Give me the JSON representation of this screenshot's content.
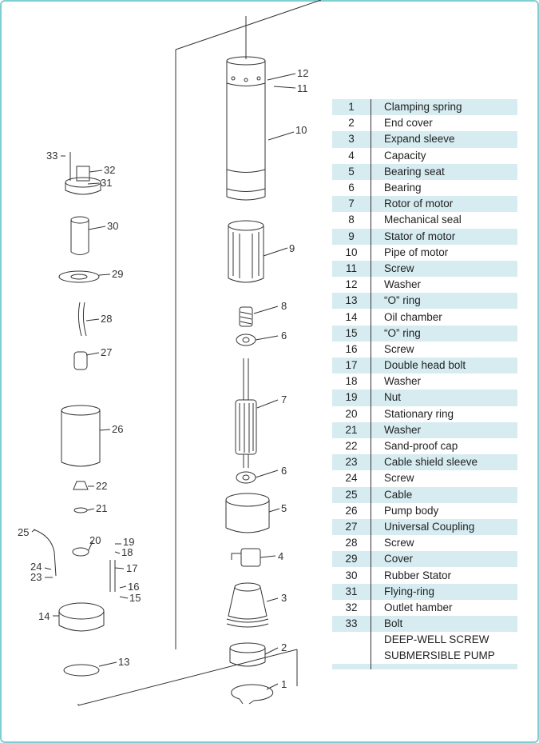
{
  "parts": [
    {
      "no": "1",
      "name": "Clamping spring"
    },
    {
      "no": "2",
      "name": "End cover"
    },
    {
      "no": "3",
      "name": "Expand sleeve"
    },
    {
      "no": "4",
      "name": "Capacity"
    },
    {
      "no": "5",
      "name": "Bearing seat"
    },
    {
      "no": "6",
      "name": "Bearing"
    },
    {
      "no": "7",
      "name": "Rotor of motor"
    },
    {
      "no": "8",
      "name": "Mechanical seal"
    },
    {
      "no": "9",
      "name": "Stator of motor"
    },
    {
      "no": "10",
      "name": "Pipe of motor"
    },
    {
      "no": "11",
      "name": "Screw"
    },
    {
      "no": "12",
      "name": "Washer"
    },
    {
      "no": "13",
      "name": "“O” ring"
    },
    {
      "no": "14",
      "name": "Oil chamber"
    },
    {
      "no": "15",
      "name": "“O” ring"
    },
    {
      "no": "16",
      "name": "Screw"
    },
    {
      "no": "17",
      "name": "Double head bolt"
    },
    {
      "no": "18",
      "name": "Washer"
    },
    {
      "no": "19",
      "name": "Nut"
    },
    {
      "no": "20",
      "name": "Stationary ring"
    },
    {
      "no": "21",
      "name": "Washer"
    },
    {
      "no": "22",
      "name": "Sand-proof cap"
    },
    {
      "no": "23",
      "name": "Cable shield sleeve"
    },
    {
      "no": "24",
      "name": "Screw"
    },
    {
      "no": "25",
      "name": "Cable"
    },
    {
      "no": "26",
      "name": "Pump body"
    },
    {
      "no": "27",
      "name": "Universal Coupling"
    },
    {
      "no": "28",
      "name": "Screw"
    },
    {
      "no": "29",
      "name": "Cover"
    },
    {
      "no": "30",
      "name": "Rubber Stator"
    },
    {
      "no": "31",
      "name": "Flying-ring"
    },
    {
      "no": "32",
      "name": "Outlet hamber"
    },
    {
      "no": "33",
      "name": "Bolt"
    }
  ],
  "title_lines": [
    "DEEP-WELL SCREW",
    "SUBMERSIBLE PUMP"
  ],
  "callouts": [
    "1",
    "2",
    "3",
    "4",
    "5",
    "6",
    "6",
    "7",
    "8",
    "9",
    "10",
    "11",
    "12",
    "13",
    "14",
    "15",
    "16",
    "17",
    "18",
    "19",
    "20",
    "21",
    "22",
    "23",
    "24",
    "25",
    "26",
    "27",
    "28",
    "29",
    "30",
    "31",
    "32",
    "33"
  ],
  "colors": {
    "frame": "#7ecfd3",
    "row_shade": "#d6ecf0",
    "line": "#333333"
  }
}
